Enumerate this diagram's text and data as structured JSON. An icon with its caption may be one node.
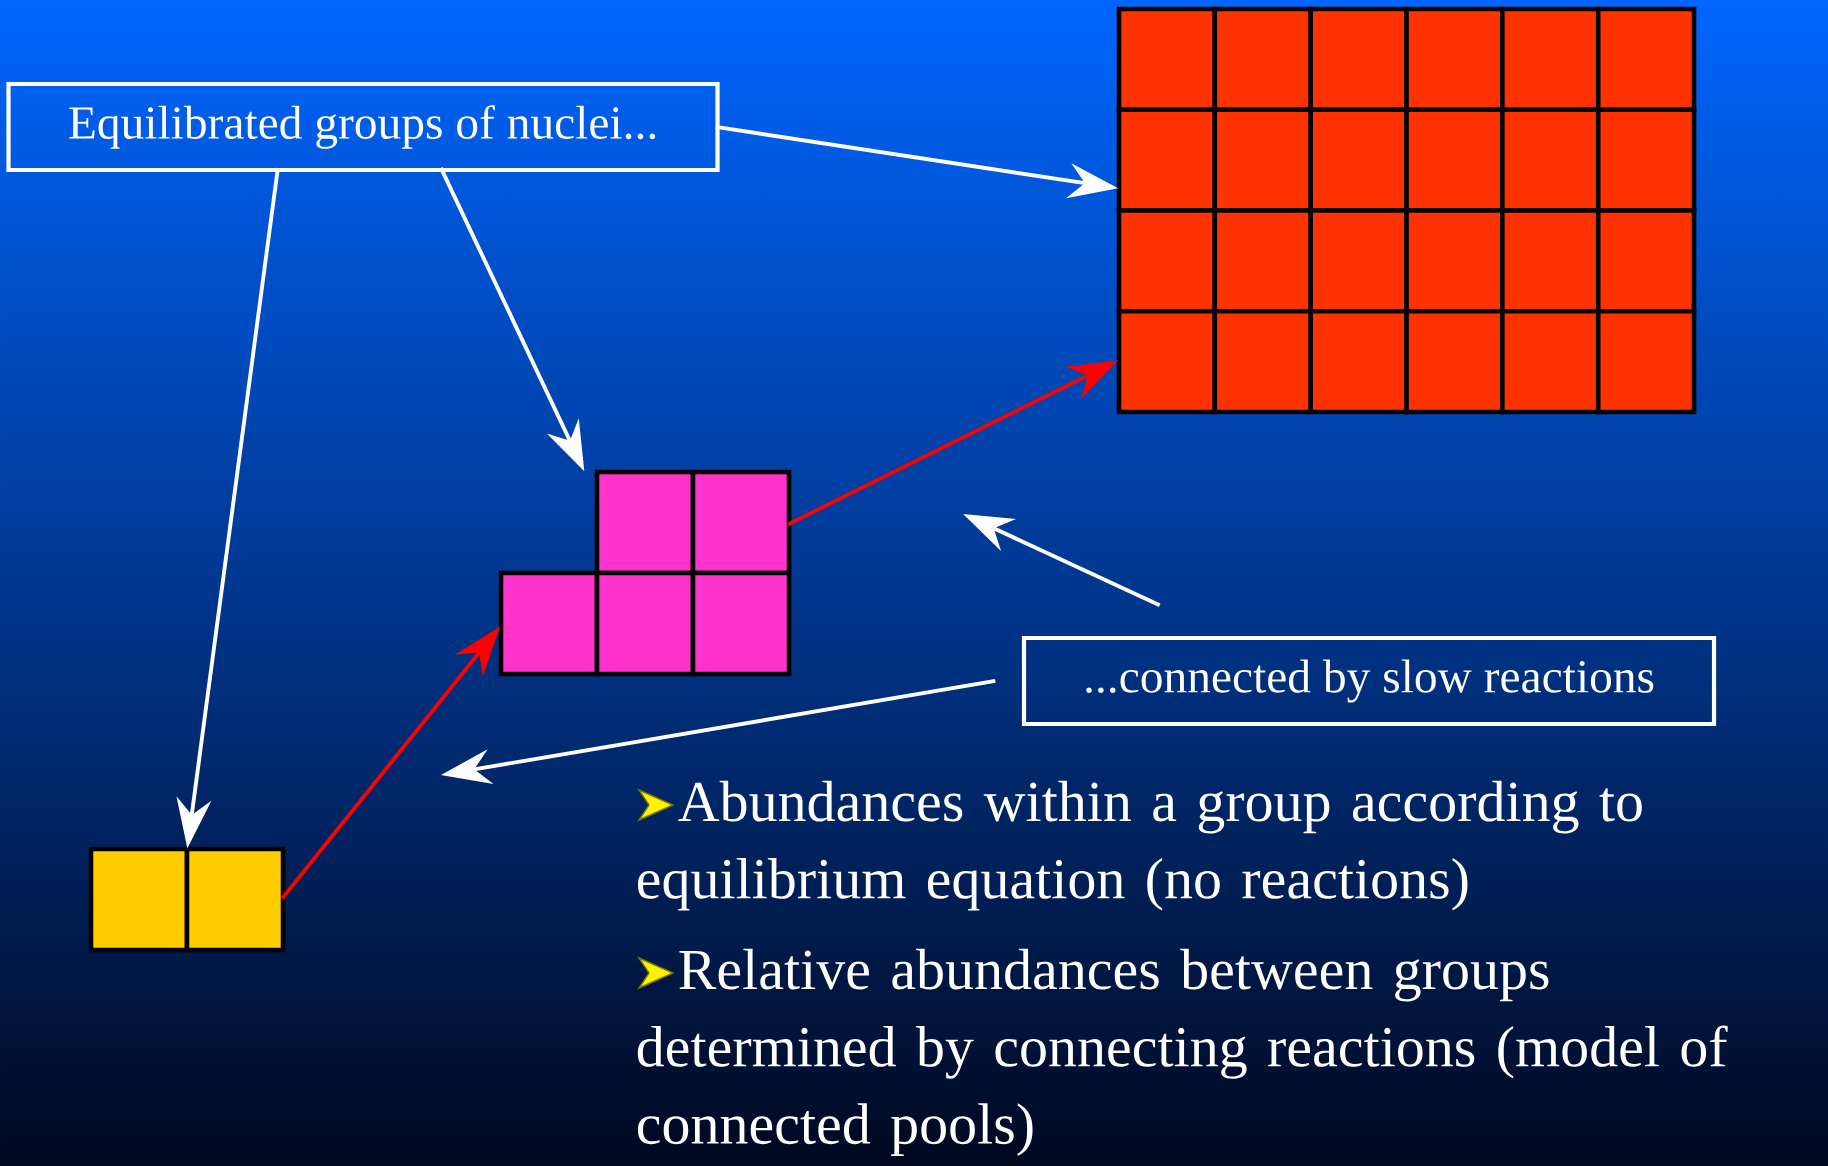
{
  "diagram": {
    "nodes": [
      {
        "text": [
          "Equilibrated groups of nuclei..."
        ]
      },
      {
        "text": [],
        "shape": "box"
      },
      {
        "text": [],
        "shape": "box"
      },
      {
        "text": [],
        "shape": "box"
      },
      {
        "text": [
          "...connected by slow reactions"
        ]
      }
    ],
    "edges": [
      {
        "from": 0,
        "to": 1,
        "arrow": "to"
      },
      {
        "from": 0,
        "to": 2,
        "arrow": "to"
      },
      {
        "from": 0,
        "to": 3,
        "arrow": "to"
      },
      {
        "from": 4,
        "to": null,
        "arrow": "to"
      },
      {
        "from": 4,
        "to": null,
        "arrow": "to"
      },
      {
        "from": 3,
        "to": 2,
        "arrow": "to",
        "color": "#ff0000"
      },
      {
        "from": 2,
        "to": 1,
        "arrow": "to",
        "color": "#ff0000"
      }
    ],
    "labels": [
      "Abundances within a group according to equilibrium equation (no reactions)",
      "Relative abundances between groups determined by connecting reactions (model of connected pools)"
    ]
  }
}
